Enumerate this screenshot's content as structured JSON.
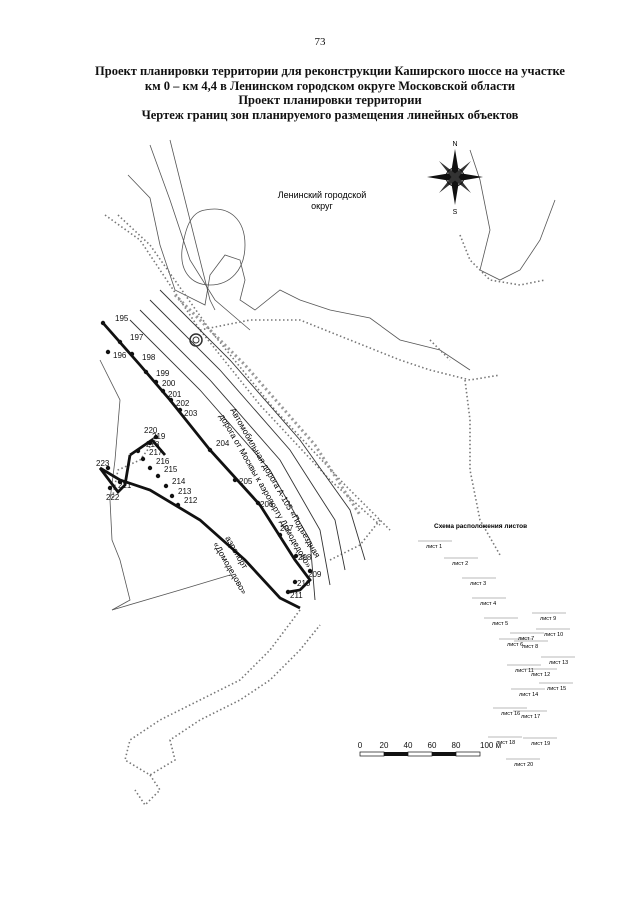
{
  "page_number": "73",
  "titles": [
    "Проект планировки территории для реконструкции Каширского шоссе на участке",
    "км 0 – км 4,4 в Ленинском городском округе Московской области",
    "Проект планировки территории",
    "Чертеж границ зон планируемого размещения линейных объектов"
  ],
  "map": {
    "district_label_1": "Ленинский городской",
    "district_label_2": "округ",
    "road_label_1": "Автомобильная дорога А-105 «Подъездная",
    "road_label_2": "дорога от Москвы к аэропорту Домодедово»",
    "airport_label_1": "аэропорт",
    "airport_label_2": "«Домодедово»",
    "compass": {
      "n": "N",
      "s": "S"
    },
    "boundary_points": [
      "195",
      "196",
      "197",
      "198",
      "199",
      "200",
      "201",
      "202",
      "203",
      "204",
      "205",
      "206",
      "207",
      "208",
      "209",
      "210",
      "211",
      "212",
      "213",
      "214",
      "215",
      "216",
      "217",
      "218",
      "219",
      "220",
      "221",
      "222",
      "223"
    ]
  },
  "sheet_scheme": {
    "title": "Схема расположения листов",
    "sheets": [
      "лист 1",
      "лист 2",
      "лист 3",
      "лист 4",
      "лист 5",
      "лист 6",
      "лист 7",
      "лист 8",
      "лист 9",
      "лист 10",
      "лист 11",
      "лист 12",
      "лист 13",
      "лист 14",
      "лист 15",
      "лист 16",
      "лист 17",
      "лист 18",
      "лист 19",
      "лист 20"
    ]
  },
  "scale_bar": {
    "ticks": [
      "0",
      "20",
      "40",
      "60",
      "80",
      "100 м"
    ]
  }
}
